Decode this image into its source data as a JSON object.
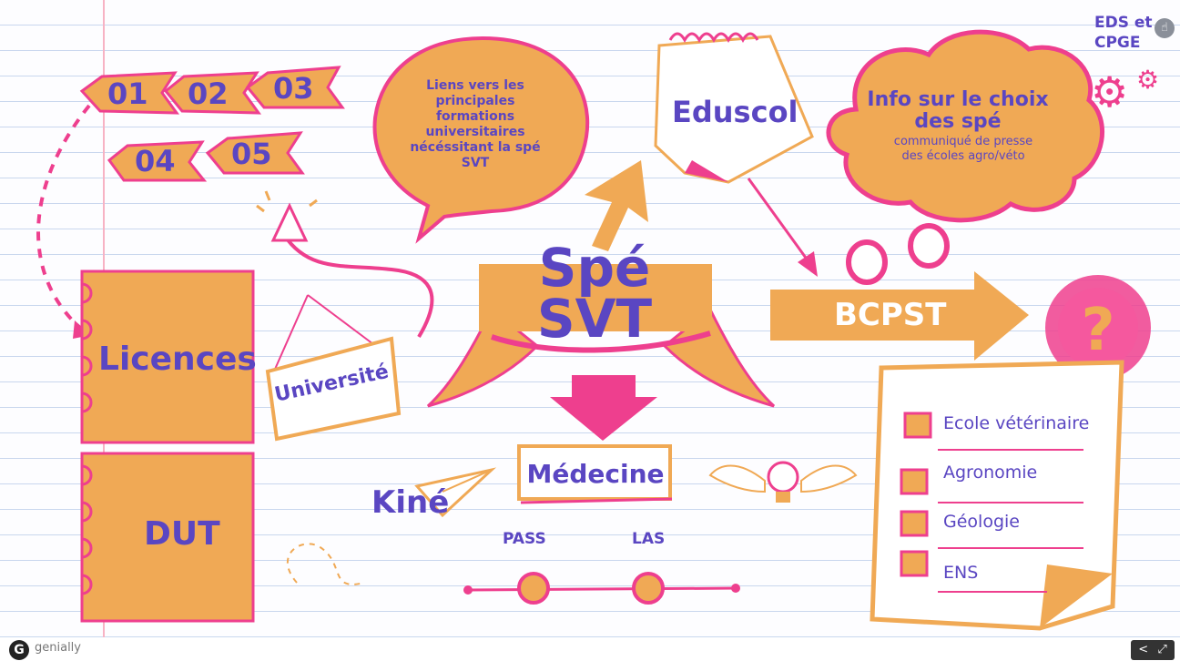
{
  "colors": {
    "orange": "#f0a955",
    "pink": "#ee3f8e",
    "purple": "#5a46c2",
    "line_blue": "#c9d7ee"
  },
  "header": {
    "corner_title_line1": "EDS et",
    "corner_title_line2": "CPGE",
    "corner_icon": "gear-icon",
    "corner_button_icon": "hand-pointer-icon"
  },
  "tabs": [
    {
      "label": "01"
    },
    {
      "label": "02"
    },
    {
      "label": "03"
    },
    {
      "label": "04"
    },
    {
      "label": "05"
    }
  ],
  "bubble": {
    "text_lines": [
      "Liens vers les",
      "principales",
      "formations",
      "universitaires",
      "nécéssitant la spé",
      "SVT"
    ]
  },
  "center": {
    "line1": "Spé",
    "line2": "SVT"
  },
  "eduscol": {
    "label": "Eduscol"
  },
  "cloud": {
    "title_line1": "Info sur le choix",
    "title_line2": "des spé",
    "sub_line1": "communiqué de presse",
    "sub_line2": "des écoles agro/véto"
  },
  "bcpst": {
    "label": "BCPST"
  },
  "cards": {
    "licences": "Licences",
    "dut": "DUT"
  },
  "universite": {
    "label": "Université"
  },
  "kine": {
    "label": "Kiné"
  },
  "medecine": {
    "label": "Médecine",
    "pass": "PASS",
    "las": "LAS"
  },
  "checklist": {
    "items": [
      {
        "label": "Ecole vétérinaire"
      },
      {
        "label": "Agronomie"
      },
      {
        "label": "Géologie"
      },
      {
        "label": "ENS"
      }
    ]
  },
  "footer": {
    "brand": "genially",
    "brand_icon": "genially-logo-icon",
    "share_icon": "share-icon",
    "fullscreen_icon": "fullscreen-icon"
  }
}
